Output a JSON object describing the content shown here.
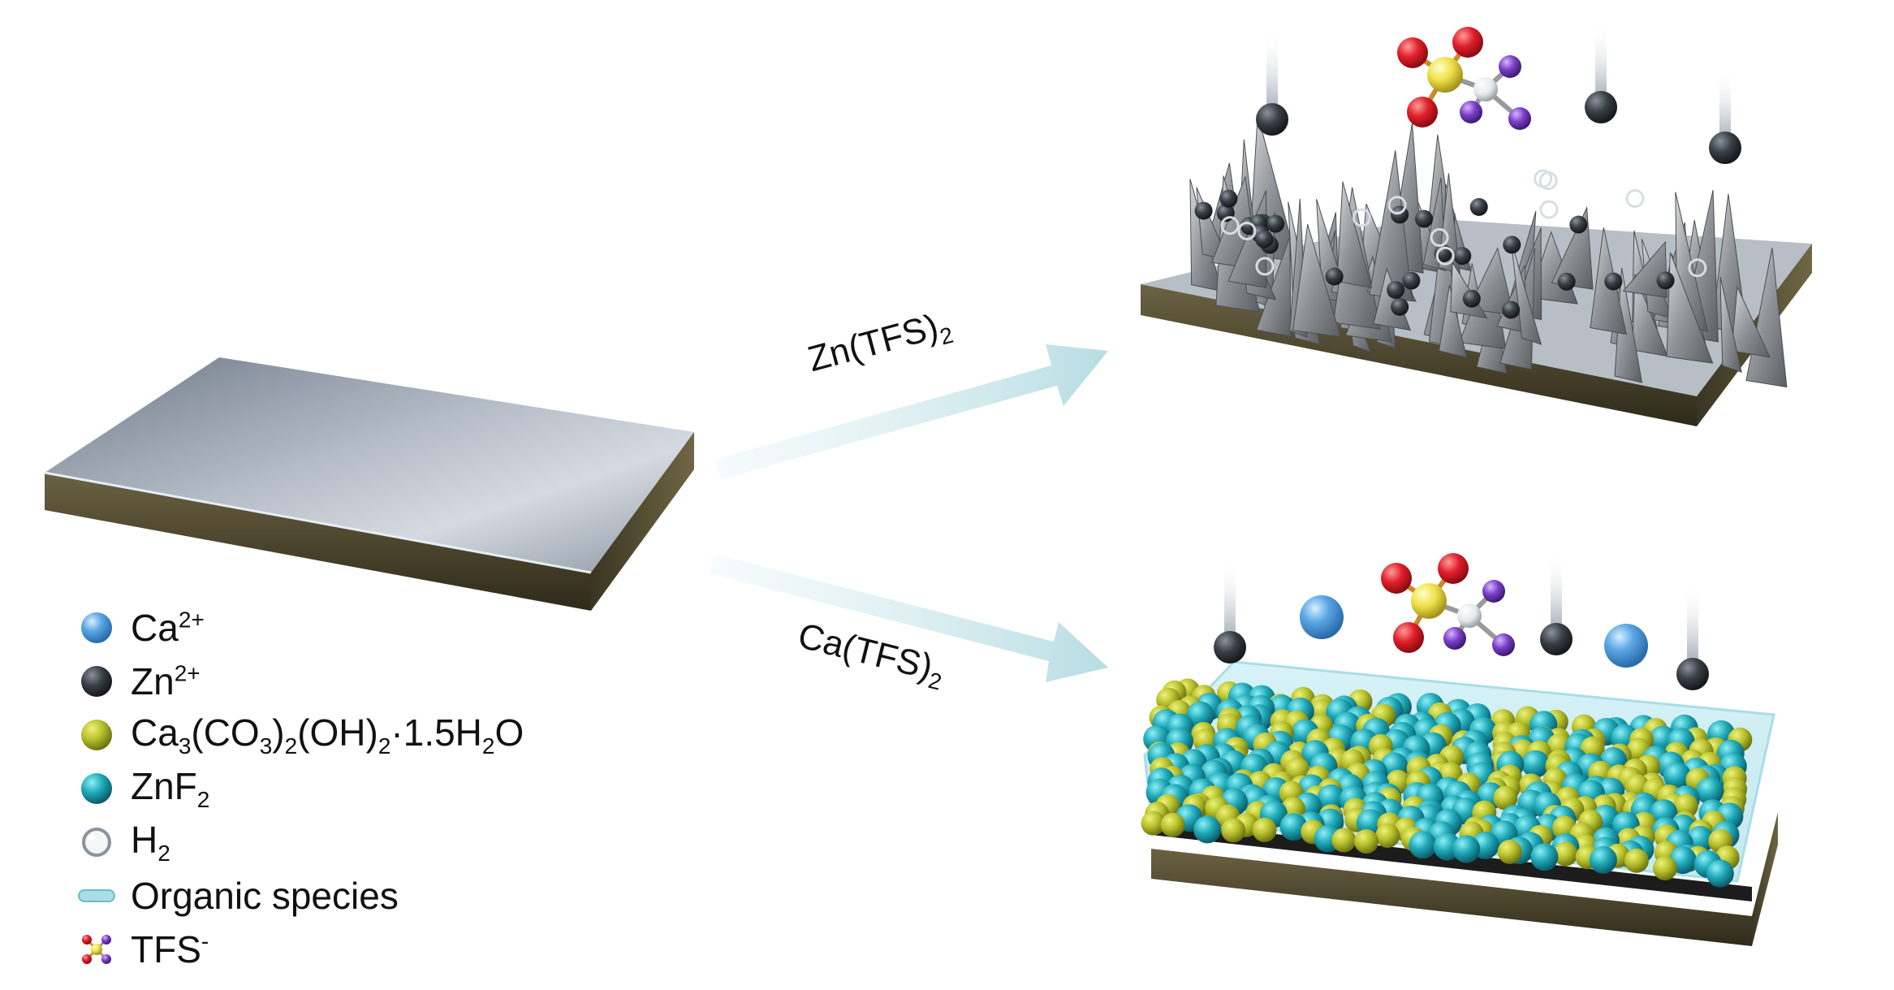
{
  "arrows": {
    "top_label": {
      "main": "Zn(TFS)",
      "sub": "2"
    },
    "bottom_label": {
      "main": "Ca(TFS)",
      "sub": "2"
    }
  },
  "legend": {
    "ca": {
      "base": "Ca",
      "sup": "2+"
    },
    "zn": {
      "base": "Zn",
      "sup": "2+"
    },
    "carbonate": {
      "p1": "Ca",
      "s1": "3",
      "p2": "(CO",
      "s2": "3",
      "p3": ")",
      "s3": "2",
      "p4": "(OH)",
      "s4": "2",
      "p5": "·1.5H",
      "s5": "2",
      "p6": "O"
    },
    "znf2": {
      "base": "ZnF",
      "sub": "2"
    },
    "h2": {
      "base": "H",
      "sub": "2"
    },
    "organic": {
      "text": "Organic species"
    },
    "tfs": {
      "base": "TFS",
      "sup": "-"
    }
  },
  "colors": {
    "ca_ion": "#5aa7e6",
    "zn_ion": "#2e3238",
    "carbonate": "#b8c22e",
    "znf2": "#1fa9b8",
    "organic": "#a9dde8",
    "arrow": "#c8e6ea",
    "zinc_top": "#9aa3ae",
    "zinc_side": "#4c4630",
    "oxygen": "#e01f2a",
    "sulfur": "#f0e14a",
    "fluorine": "#7a3fc9"
  }
}
